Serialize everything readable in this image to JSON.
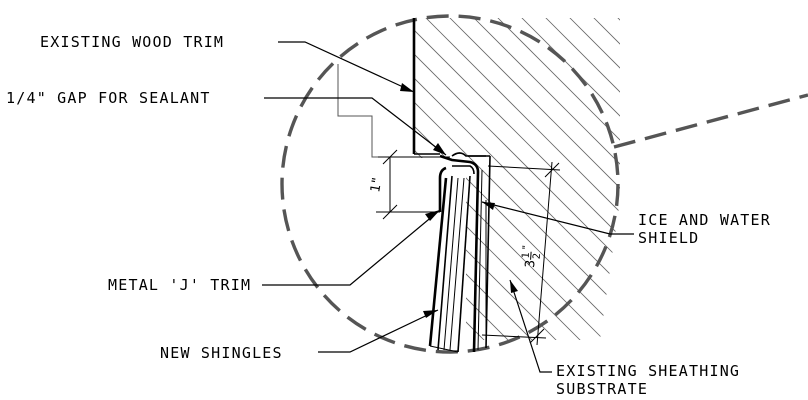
{
  "labels": {
    "existing_wood_trim": "EXISTING WOOD TRIM",
    "gap_for_sealant": "1/4\" GAP FOR SEALANT",
    "metal_j_trim": "METAL 'J' TRIM",
    "new_shingles": "NEW SHINGLES",
    "ice_and_water_line1": "ICE AND WATER",
    "ice_and_water_line2": "SHIELD",
    "existing_sheathing_line1": "EXISTING SHEATHING",
    "existing_sheathing_line2": "SUBSTRATE"
  },
  "dimensions": {
    "j_trim_leg": "1\"",
    "lap_whole": "3",
    "lap_num": "1",
    "lap_den": "2",
    "lap_unit": "\""
  },
  "colors": {
    "line": "#000000",
    "detail_circle": "#555555",
    "hatch": "#666666",
    "background": "#ffffff"
  }
}
